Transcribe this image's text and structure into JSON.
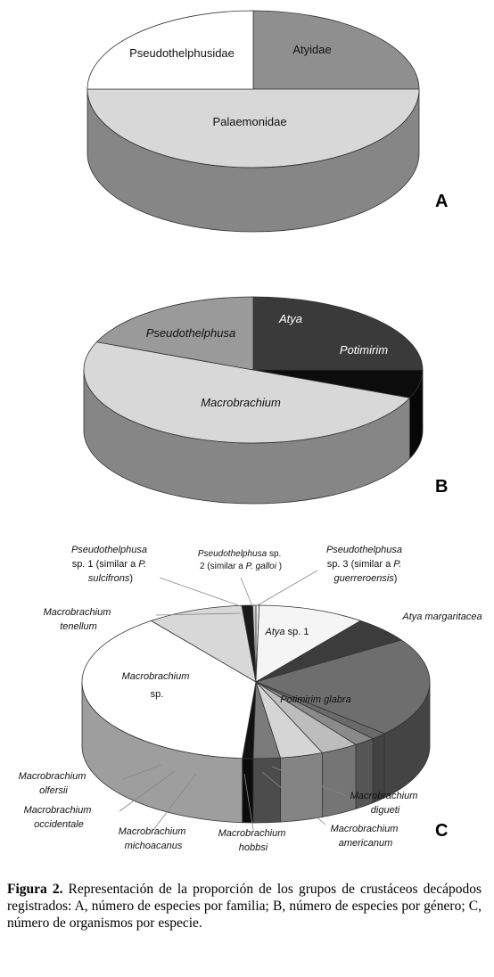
{
  "chart_data": [
    {
      "panel": "A",
      "type": "pie",
      "categories": [
        "Atyidae",
        "Palaemonidae",
        "Pseudothelphusidae"
      ],
      "values": [
        1,
        2,
        1
      ],
      "colors": [
        "#8f8f8f",
        "#d8d8d8",
        "#ffffff"
      ],
      "italic": false
    },
    {
      "panel": "B",
      "type": "pie",
      "categories": [
        "Atya",
        "Potimirim",
        "Macrobrachium",
        "Pseudothelphusa"
      ],
      "values": [
        1,
        0.25,
        2,
        0.75
      ],
      "colors": [
        "#3a3a3a",
        "#0c0c0c",
        "#d8d8d8",
        "#9a9a9a"
      ],
      "italic": true
    },
    {
      "panel": "C",
      "type": "pie",
      "categories": [
        "Pseudothelphusa sp. 3 (similar a P. guerreroensis)",
        "Atya sp. 1",
        "Atya margaritacea",
        "Potimirim glabra",
        "Macrobrachium digueti",
        "Macrobrachium americanum",
        "Macrobrachium hobbsi",
        "Macrobrachium michoacanus",
        "Macrobrachium occidentale",
        "Macrobrachium olfersii",
        "Macrobrachium sp.",
        "Macrobrachium tenellum",
        "Pseudothelphusa sp. 1 (similar a P. sulcifrons)",
        "Pseudothelphusa sp. 2 (similar a P. galloi)"
      ],
      "values": [
        0.3,
        10,
        5.5,
        21,
        1.5,
        2,
        3.5,
        4,
        2.5,
        1,
        38.5,
        9,
        1,
        0.3
      ],
      "colors": [
        "#f4f4f4",
        "#f5f5f5",
        "#3c3c3c",
        "#6e6e6e",
        "#6a6a6a",
        "#8a8a8a",
        "#bdbdbd",
        "#d5d5d5",
        "#7a7a7a",
        "#111111",
        "#ffffff",
        "#d8d8d8",
        "#1a1a1a",
        "#cccccc"
      ],
      "italic": true
    }
  ],
  "panel_letters": {
    "a": "A",
    "b": "B",
    "c": "C"
  },
  "labels_c": {
    "ps3_line1": "Pseudothelphusa",
    "ps3_line2": "sp. 3 (similar a ",
    "ps3_line2_it": "P.",
    "ps3_line3": "guerreroensis",
    "ps3_line3_tail": ")",
    "ps2_line1": "Pseudothelphusa",
    "ps2_line1_tail": " sp.",
    "ps2_line2": "2 (similar a ",
    "ps2_line2_it": "P. galloi",
    "ps2_line2_tail": " )",
    "ps1_line1": "Pseudothelphusa",
    "ps1_line2": "sp. 1 (similar a ",
    "ps1_line2_it": "P.",
    "ps1_line3": "sulcifrons",
    "ps1_line3_tail": ")",
    "tenellum_1": "Macrobrachium",
    "tenellum_2": "tenellum",
    "atya_sp1_genus": "Atya",
    "atya_sp1_tail": " sp. 1",
    "atya_marg": "Atya margaritacea",
    "potimirim": "Potimirim glabra",
    "msp_1": "Macrobrachium",
    "msp_2": "sp.",
    "olfersii_1": "Macrobrachium",
    "olfersii_2": "olfersii",
    "occidentale_1": "Macrobrachium",
    "occidentale_2": "occidentale",
    "michoacanus_1": "Macrobrachium",
    "michoacanus_2": "michoacanus",
    "hobbsi_1": "Macrobrachium",
    "hobbsi_2": "hobbsi",
    "americanum_1": "Macrobrachium",
    "americanum_2": "americanum",
    "digueti_1": "Macrobrachium",
    "digueti_2": "digueti"
  },
  "caption": {
    "label": "Figura 2.",
    "text": " Representación de la proporción de los grupos de crustáceos decápodos registrados: A, número de especies por familia; B, número de especies por género; C, número de organismos por especie."
  }
}
